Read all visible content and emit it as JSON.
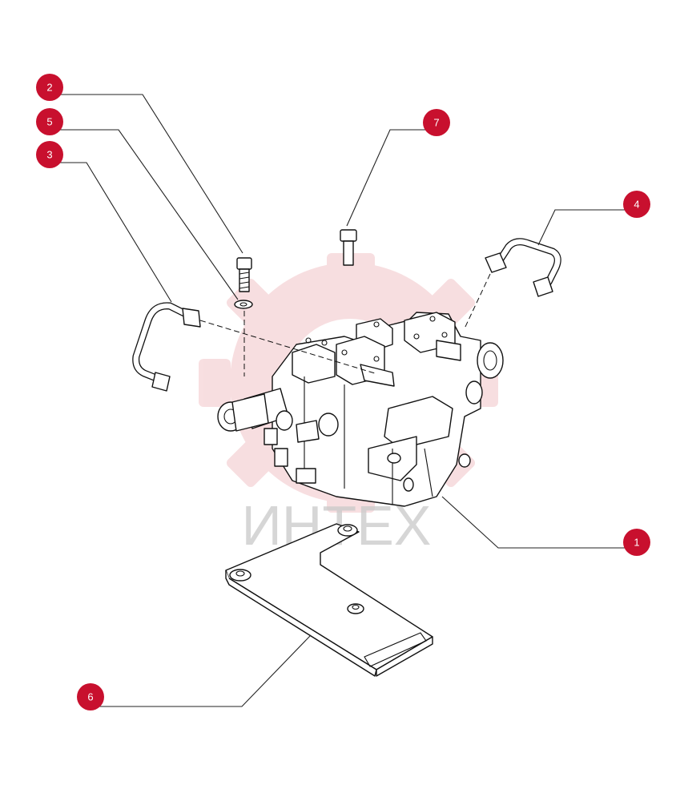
{
  "watermark": {
    "text": "ИНТЕХ",
    "gear_color": "#f2c4c8"
  },
  "callout_color": "#c8102e",
  "callouts": [
    {
      "id": "1",
      "label": "1"
    },
    {
      "id": "2",
      "label": "2"
    },
    {
      "id": "3",
      "label": "3"
    },
    {
      "id": "4",
      "label": "4"
    },
    {
      "id": "5",
      "label": "5"
    },
    {
      "id": "6",
      "label": "6"
    },
    {
      "id": "7",
      "label": "7"
    }
  ]
}
